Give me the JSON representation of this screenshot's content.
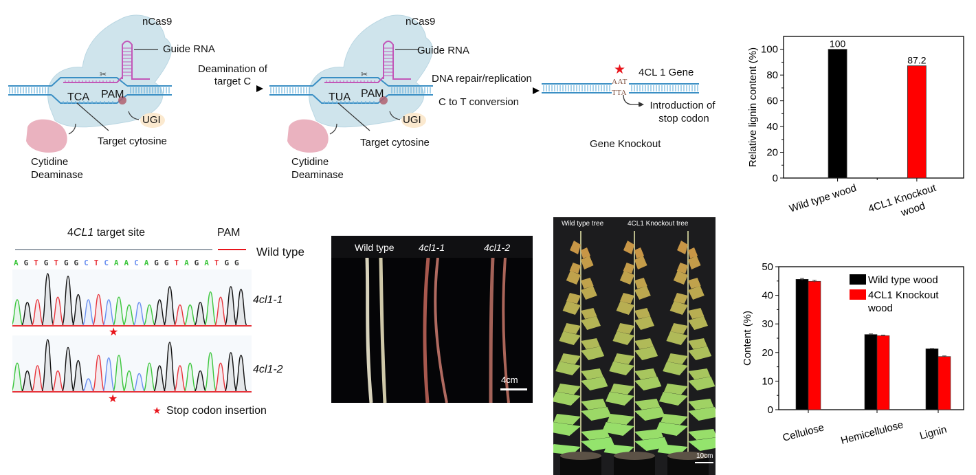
{
  "schematic": {
    "panel1": {
      "protein": "nCas9",
      "guide_rna": "Guide RNA",
      "codon": "TCA",
      "pam": "PAM",
      "ugi": "UGI",
      "target": "Target cytosine",
      "enzyme_line1": "Cytidine",
      "enzyme_line2": "Deaminase"
    },
    "arrow1": {
      "line1": "Deamination of",
      "line2": "target C"
    },
    "panel2": {
      "protein": "nCas9",
      "guide_rna": "Guide RNA",
      "codon": "TUA",
      "pam": "PAM",
      "ugi": "UGI",
      "target": "Target cytosine",
      "enzyme_line1": "Cytidine",
      "enzyme_line2": "Deaminase"
    },
    "arrow2": {
      "line1": "DNA repair/replication",
      "line2": "C to T conversion"
    },
    "panel3": {
      "gene": "4CL 1 Gene",
      "top_codon": "AAT",
      "bottom_codon": "TTA",
      "outcome_line1": "Introduction of",
      "outcome_line2": "stop codon",
      "caption": "Gene Knockout"
    },
    "colors": {
      "protein": "#cfe4ec",
      "dna": "#3a8fc4",
      "rna": "#c257b8",
      "enzyme": "#eab2bf",
      "ugi": "#fbe9cf",
      "star": "#e8141b"
    }
  },
  "sequencing": {
    "title_prefix": "4",
    "title_italic": "CL1",
    "title_suffix": " target site",
    "pam": "PAM",
    "wild_type": "Wild type",
    "sequence": [
      "A",
      "G",
      "T",
      "G",
      "T",
      "G",
      "G",
      "C",
      "T",
      "C",
      "A",
      "A",
      "C",
      "A",
      "G",
      "G",
      "T",
      "A",
      "G",
      "A",
      "T",
      "G",
      "G"
    ],
    "base_colors": {
      "A": "#3cc63c",
      "G": "#333333",
      "T": "#e8343a",
      "C": "#6a8ff0"
    },
    "mutant1": "4cl1-1",
    "mutant2": "4cl1-2",
    "legend": "Stop codon insertion"
  },
  "stem_photo": {
    "labels": [
      "Wild type",
      "4cl1-1",
      "4cl1-2"
    ],
    "scale": "4cm"
  },
  "tree_photo": {
    "labels": [
      "Wild type tree",
      "4CL1 Knockout tree"
    ],
    "scale": "10cm"
  },
  "chart_data": [
    {
      "type": "bar",
      "title": "",
      "categories": [
        "Wild type wood",
        "4CL1 Knockout wood"
      ],
      "category_lines": [
        [
          "Wild type wood"
        ],
        [
          "4CL1 Knockout",
          "wood"
        ]
      ],
      "values": [
        100,
        87.2
      ],
      "data_labels": [
        "100",
        "87.2"
      ],
      "colors": [
        "#000000",
        "#ff0000"
      ],
      "xlabel": "",
      "ylabel": "Relative lignin content (%)",
      "ylim": [
        0,
        110
      ],
      "yticks": [
        0,
        20,
        40,
        60,
        80,
        100
      ],
      "grid": false
    },
    {
      "type": "bar",
      "title": "",
      "categories": [
        "Cellulose",
        "Hemicellulose",
        "Lignin"
      ],
      "series": [
        {
          "name": "Wild type wood",
          "values": [
            45.6,
            26.3,
            21.3
          ],
          "errors": [
            0.3,
            0.2,
            0.1
          ],
          "color": "#000000"
        },
        {
          "name": "4CL1 Knockout wood",
          "values": [
            44.9,
            25.9,
            18.6
          ],
          "errors": [
            0.4,
            0.2,
            0.2
          ],
          "color": "#ff0000"
        }
      ],
      "legend_lines": [
        [
          "Wild type wood"
        ],
        [
          "4CL1 Knockout",
          "wood"
        ]
      ],
      "legend_position": "top-right",
      "xlabel": "",
      "ylabel": "Content (%)",
      "ylim": [
        0,
        50
      ],
      "yticks": [
        0,
        10,
        20,
        30,
        40,
        50
      ],
      "grid": false
    }
  ]
}
